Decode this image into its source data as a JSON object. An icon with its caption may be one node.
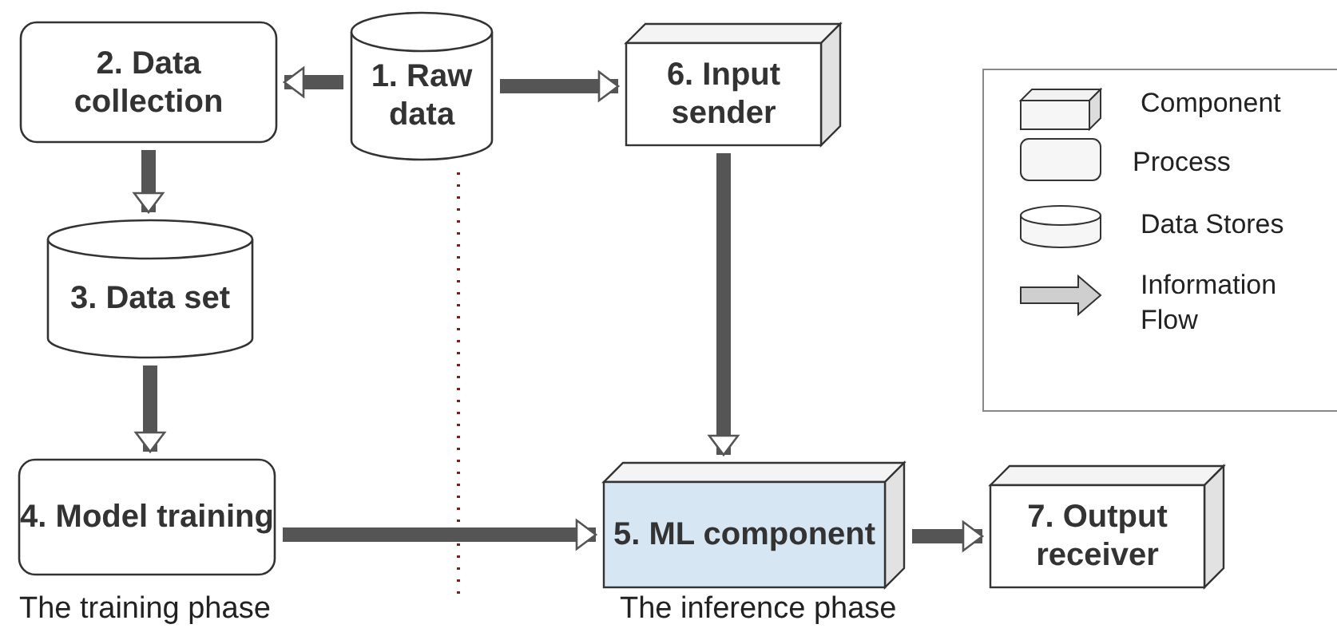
{
  "diagram": {
    "nodes": [
      {
        "text": [
          "1. Raw data"
        ]
      },
      {
        "text": [
          "2. Data collection"
        ]
      },
      {
        "text": [
          "3. Data set"
        ]
      },
      {
        "text": [
          "4. Model training"
        ]
      },
      {
        "text": [
          "6. Input sender"
        ]
      },
      {
        "text": [
          "5. ML component"
        ]
      },
      {
        "text": [
          "7. Output receiver"
        ]
      }
    ],
    "edges": [
      {
        "from": 0,
        "to": 1,
        "arrow": "to"
      },
      {
        "from": 0,
        "to": 4,
        "arrow": "to"
      },
      {
        "from": 1,
        "to": 2,
        "arrow": "to"
      },
      {
        "from": 2,
        "to": 3,
        "arrow": "to"
      },
      {
        "from": 3,
        "to": 5,
        "arrow": "to"
      },
      {
        "from": 4,
        "to": 5,
        "arrow": "to"
      },
      {
        "from": 5,
        "to": 6,
        "arrow": "to"
      }
    ],
    "labels": [
      "The training phase",
      "The inference phase"
    ],
    "legend": [
      {
        "text": "Component"
      },
      {
        "text": "Process"
      },
      {
        "text": "Data Stores"
      },
      {
        "text": "Information Flow"
      }
    ]
  }
}
